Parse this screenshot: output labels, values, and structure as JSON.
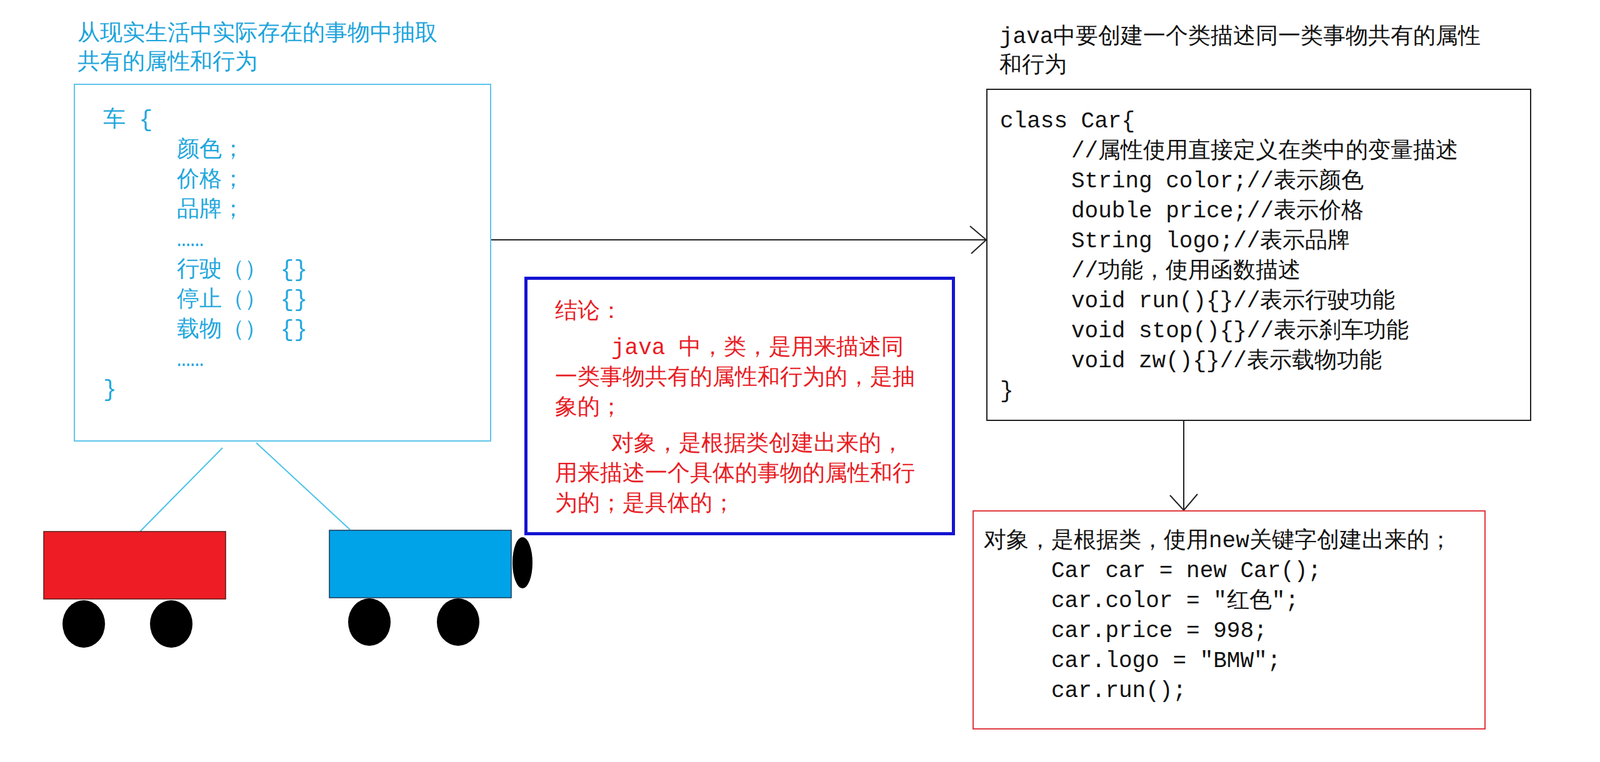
{
  "diagram": {
    "nodes": [
      {
        "text": [
          "从现实生活中实际存在的事物中抽取 共有的属性和行为",
          "车 {",
          "颜色；",
          "价格；",
          "品牌；",
          "……",
          "行驶（） {}",
          "停止（） {}",
          "载物（） {}",
          "……",
          "}"
        ]
      },
      {
        "text": [
          "java中要创建一个类描述同一类事物共有的属性 和行为",
          "class Car{",
          "//属性使用直接定义在类中的变量描述",
          "String color;//表示颜色",
          "double price;//表示价格",
          "String logo;//表示品牌",
          "//功能，使用函数描述",
          "void run(){}//表示行驶功能",
          "void stop(){}//表示刹车功能",
          "void zw(){}//表示载物功能",
          "}"
        ]
      },
      {
        "text": [
          "结论：",
          "java 中，类，是用来描述同 一类事物共有的属性和行为的，是抽 象的；",
          "对象，是根据类创建出来的， 用来描述一个具体的事物的属性和行 为的；是具体的；"
        ]
      },
      {
        "text": [
          "对象，是根据类，使用new关键字创建出来的；",
          "Car car = new Car();",
          "car.color = \"红色\";",
          "car.price = 998;",
          "car.logo = \"BMW\";",
          "car.run();"
        ]
      }
    ],
    "edges": [
      {
        "from": 0,
        "to": 1,
        "arrow": "to"
      },
      {
        "from": 1,
        "to": 3,
        "arrow": "to"
      }
    ]
  }
}
